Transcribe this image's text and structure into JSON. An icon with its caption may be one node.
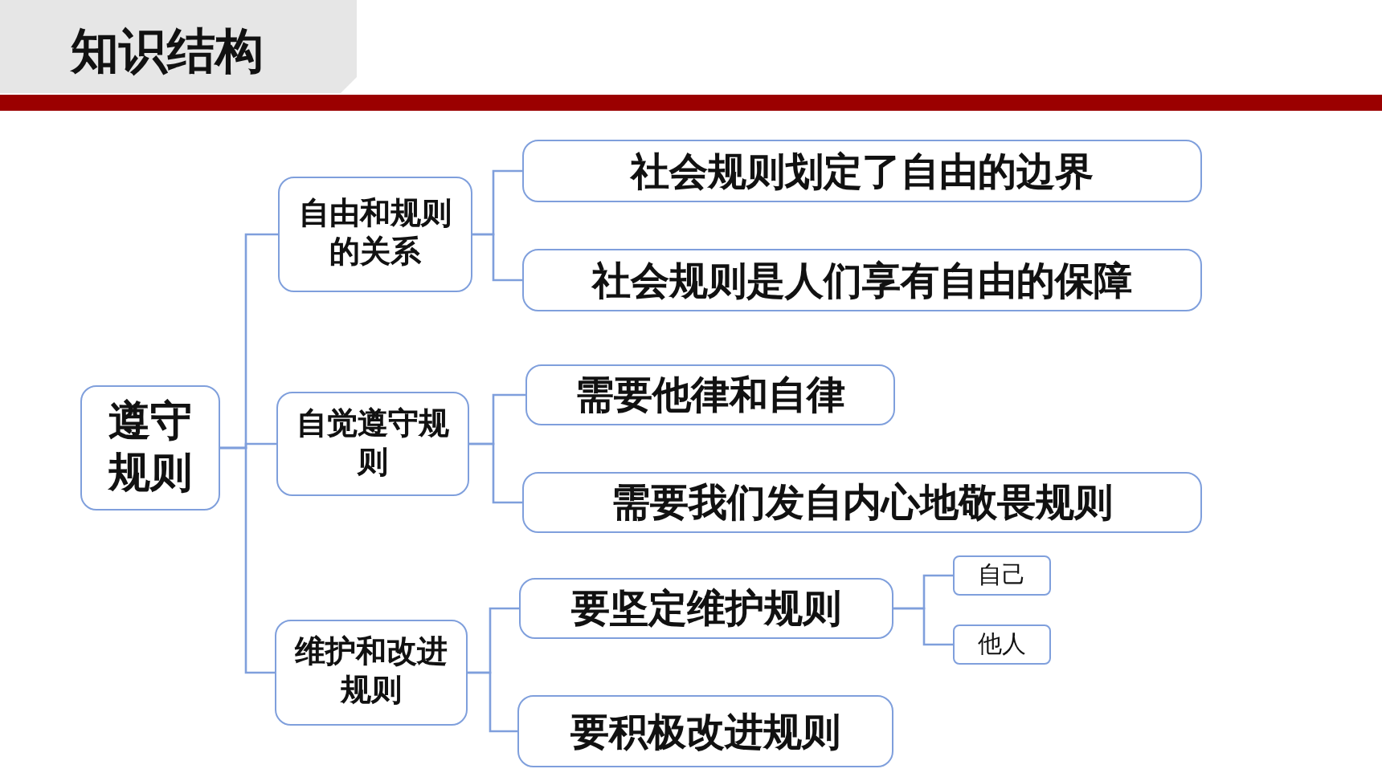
{
  "diagram": {
    "title": "知识结构",
    "nodes": [
      {
        "text": [
          "遵守规则"
        ]
      },
      {
        "text": [
          "自由和规则的关系"
        ]
      },
      {
        "text": [
          "自觉遵守规则"
        ]
      },
      {
        "text": [
          "维护和改进规则"
        ]
      },
      {
        "text": [
          "社会规则划定了自由的边界"
        ]
      },
      {
        "text": [
          "社会规则是人们享有自由的保障"
        ]
      },
      {
        "text": [
          "需要他律和自律"
        ]
      },
      {
        "text": [
          "需要我们发自内心地敬畏规则"
        ]
      },
      {
        "text": [
          "要坚定维护规则"
        ]
      },
      {
        "text": [
          "要积极改进规则"
        ]
      },
      {
        "text": [
          "自己"
        ]
      },
      {
        "text": [
          "他人"
        ]
      }
    ],
    "edges": [
      {
        "from": 0,
        "to": 1,
        "arrow": "none"
      },
      {
        "from": 0,
        "to": 2,
        "arrow": "none"
      },
      {
        "from": 0,
        "to": 3,
        "arrow": "none"
      },
      {
        "from": 1,
        "to": 4,
        "arrow": "none"
      },
      {
        "from": 1,
        "to": 5,
        "arrow": "none"
      },
      {
        "from": 2,
        "to": 6,
        "arrow": "none"
      },
      {
        "from": 2,
        "to": 7,
        "arrow": "none"
      },
      {
        "from": 3,
        "to": 8,
        "arrow": "none"
      },
      {
        "from": 3,
        "to": 9,
        "arrow": "none"
      },
      {
        "from": 8,
        "to": 10,
        "arrow": "none"
      },
      {
        "from": 8,
        "to": 11,
        "arrow": "none"
      }
    ]
  }
}
